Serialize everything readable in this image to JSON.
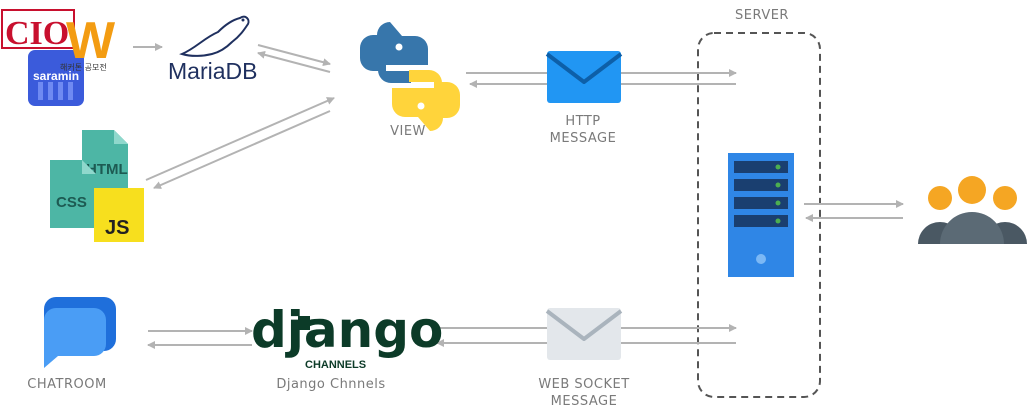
{
  "server": {
    "label": "SERVER"
  },
  "view": {
    "label": "VIEW"
  },
  "http": {
    "line1": "HTTP",
    "line2": "MESSAGE"
  },
  "websocket": {
    "line1": "WEB SOCKET",
    "line2": "MESSAGE"
  },
  "chatroom": {
    "label": "CHATROOM"
  },
  "django": {
    "logo_text": "django",
    "sub_text": "CHANNELS",
    "label": "Django Chnnels"
  },
  "mariadb": {
    "logo_text": "MariaDB"
  },
  "sources": {
    "cio": "CIO",
    "saramin": "saramin",
    "contest": "해커톤 공모전"
  },
  "web_files": {
    "html": "HTML",
    "css": "CSS",
    "js": "JS"
  },
  "colors": {
    "arrow": "#b3b3b3",
    "server_blue": "#2f86e6",
    "envelope_blue": "#2196f3",
    "envelope_gray": "#e3e7eb",
    "chat_blue": "#1f6fdb",
    "django_green": "#0c3b28",
    "python_blue": "#3776ab",
    "python_yellow": "#ffd43b",
    "users_orange": "#f5a623",
    "users_dark": "#4a5863",
    "html_teal": "#4db6a5",
    "js_yellow": "#f7df1e",
    "cio_red": "#c8102e",
    "w_orange": "#f39c12",
    "saramin_blue": "#3b5bdb",
    "mariadb_navy": "#1f305f"
  }
}
